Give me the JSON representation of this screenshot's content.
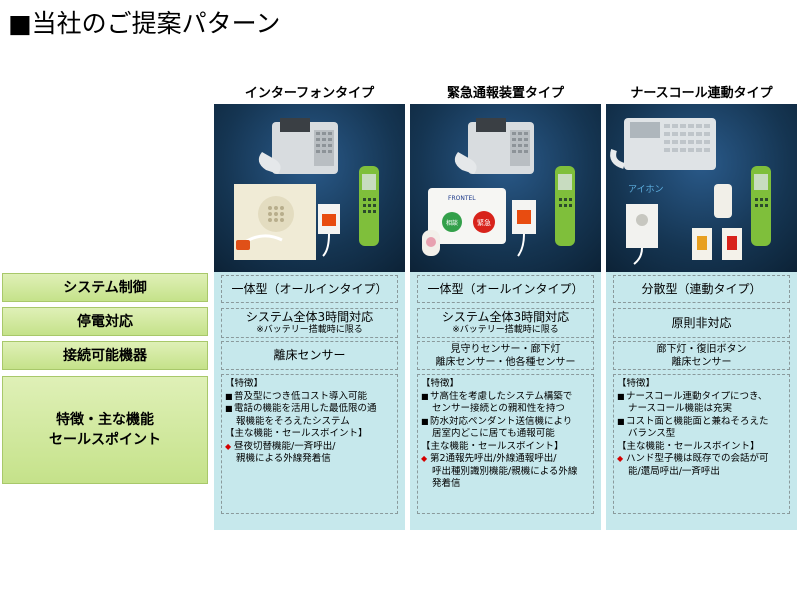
{
  "title": "当社のご提案パターン",
  "rows": [
    "システム制御",
    "停電対応",
    "接続可能機器",
    "特徴・主な機能\nセールスポイント"
  ],
  "columns": [
    {
      "name": "インターフォンタイプ",
      "system": "一体型（オールインタイプ）",
      "power": "システム全体3時間対応",
      "power_note": "※バッテリー搭載時に限る",
      "devices": [
        "離床センサー"
      ],
      "feature_lines": [
        {
          "t": "【特徴】",
          "m": ""
        },
        {
          "t": "普及型につき低コスト導入可能",
          "m": "■"
        },
        {
          "t": "電話の機能を活用した最低限の通",
          "m": "■"
        },
        {
          "t": "報機能をそろえたシステム",
          "m": "",
          "indent": true
        },
        {
          "t": "【主な機能・セールスポイント】",
          "m": ""
        },
        {
          "t": "昼夜切替機能/一斉呼出/",
          "m": "◆"
        },
        {
          "t": "親機による外線発着信",
          "m": "",
          "indent": true
        }
      ]
    },
    {
      "name": "緊急通報装置タイプ",
      "system": "一体型（オールインタイプ）",
      "power": "システム全体3時間対応",
      "power_note": "※バッテリー搭載時に限る",
      "devices": [
        "見守りセンサー・廊下灯",
        "離床センサー・他各種センサー"
      ],
      "feature_lines": [
        {
          "t": "【特徴】",
          "m": ""
        },
        {
          "t": "サ高住を考慮したシステム構築で",
          "m": "■"
        },
        {
          "t": "センサー接続との親和性を持つ",
          "m": "",
          "indent": true
        },
        {
          "t": "防水対応ペンダント送信機により",
          "m": "■"
        },
        {
          "t": "居室内どこに居ても通報可能",
          "m": "",
          "indent": true
        },
        {
          "t": "【主な機能・セールスポイント】",
          "m": ""
        },
        {
          "t": "第2通報先呼出/外線通報呼出/",
          "m": "◆"
        },
        {
          "t": "呼出種別識別機能/親機による外線",
          "m": "",
          "indent": true
        },
        {
          "t": "発着信",
          "m": "",
          "indent": true
        }
      ]
    },
    {
      "name": "ナースコール連動タイプ",
      "system": "分散型（連動タイプ）",
      "power": "原則非対応",
      "power_note": "",
      "devices": [
        "廊下灯・復旧ボタン",
        "離床センサー"
      ],
      "feature_lines": [
        {
          "t": "【特徴】",
          "m": ""
        },
        {
          "t": "ナースコール連動タイプにつき、",
          "m": "■"
        },
        {
          "t": "ナースコール機能は充実",
          "m": "",
          "indent": true
        },
        {
          "t": "コスト面と機能面と兼ねそろえた",
          "m": "■"
        },
        {
          "t": "バランス型",
          "m": "",
          "indent": true
        },
        {
          "t": "【主な機能・セールスポイント】",
          "m": ""
        },
        {
          "t": "ハンド型子機は既存での会話が可",
          "m": "◆"
        },
        {
          "t": "能/還局呼出/一斉呼出",
          "m": "",
          "indent": true
        }
      ]
    }
  ],
  "photo_labels": {
    "brand": "FRONTEL",
    "brand2": "アイホン",
    "button_red": "緊急",
    "button_green": "相談"
  },
  "colors": {
    "header_grad_top": "#dff0b7",
    "header_grad_bottom": "#c5e28a",
    "column_bg": "#c6e8ec",
    "photo_bg": "#153552",
    "bullet_red": "#d40000"
  }
}
